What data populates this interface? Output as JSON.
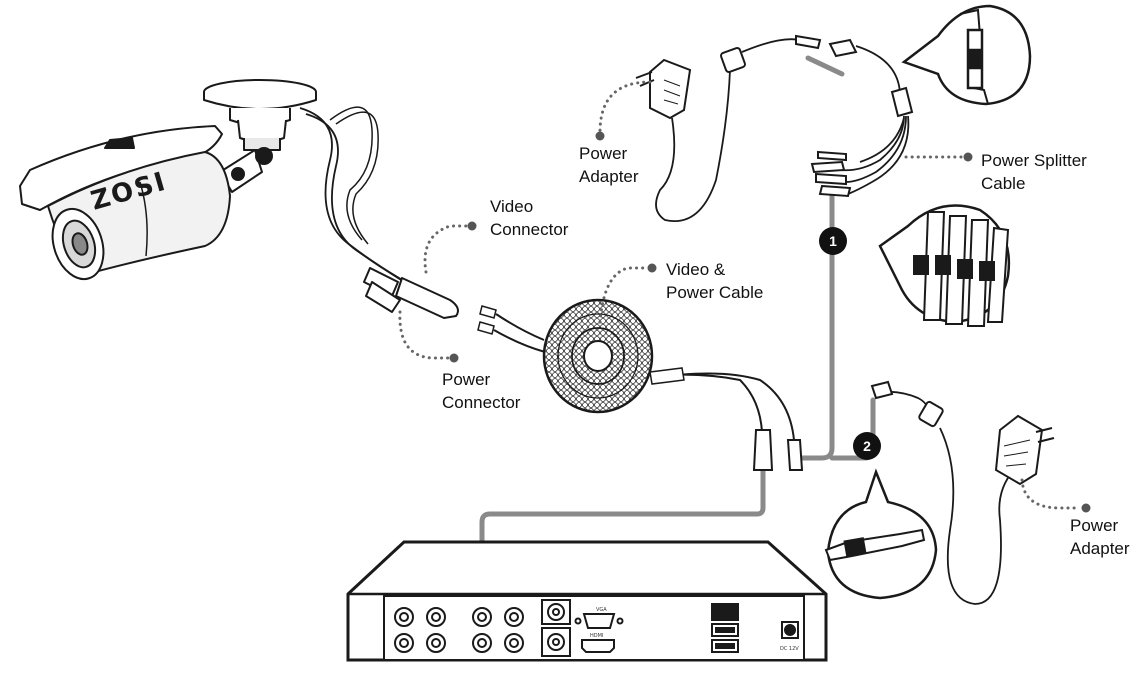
{
  "brand": "ZOSI",
  "labels": {
    "video_connector": [
      "Video",
      "Connector"
    ],
    "power_connector": [
      "Power",
      "Connector"
    ],
    "video_power_cable": [
      "Video &",
      "Power Cable"
    ],
    "power_adapter_top": [
      "Power",
      "Adapter"
    ],
    "power_splitter": [
      "Power Splitter",
      "Cable"
    ],
    "power_adapter_bottom": [
      "Power",
      "Adapter"
    ]
  },
  "steps": [
    "1",
    "2"
  ],
  "dvr_port_labels": {
    "vga": "VGA",
    "hdmi": "HDMI",
    "dc": "DC 12V"
  },
  "colors": {
    "line": "#1a1a1a",
    "cable_path": "#8a8a8a",
    "badge": "#111111"
  }
}
